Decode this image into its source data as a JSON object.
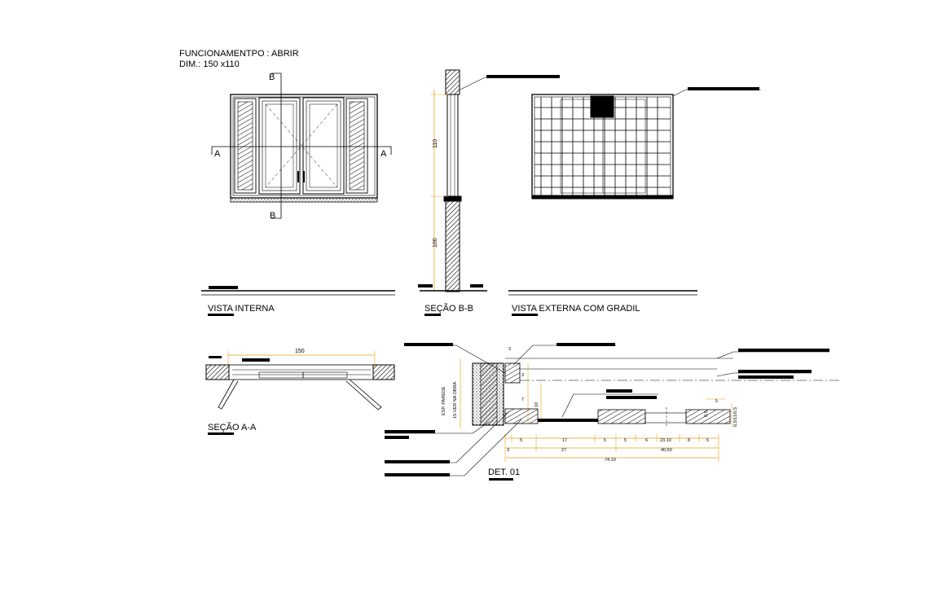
{
  "header": {
    "line1": "FUNCIONAMENTPO : ABRIR",
    "line2": "DIM.: 150 x110"
  },
  "views": {
    "vista_interna": "VISTA INTERNA",
    "secao_bb": "SEÇÃO B-B",
    "vista_externa": "VISTA EXTERNA COM GRADIL",
    "secao_aa": "SEÇÃO A-A",
    "det01": "DET. 01"
  },
  "markers": {
    "a": "A",
    "b": "B"
  },
  "dims": {
    "elev_top": "110",
    "elev_bottom": "100",
    "width": "150",
    "d3": "3",
    "d3b": "3",
    "d7": "7",
    "d10": "10",
    "d5": "5",
    "wall_label_1": "ESP. PAREDE",
    "wall_label_2": "15-VER NA OBRA",
    "row1": [
      "5",
      "17",
      "5",
      "5",
      "6",
      "23,10",
      "8",
      "5"
    ],
    "row2": [
      "3",
      "27",
      "40,50"
    ],
    "total": "74,10",
    "small_right": "0,5",
    "small_vert": "0,5/11/0,5"
  },
  "colors": {
    "ink": "#000000",
    "paper": "#ffffff",
    "dimension": "#e8a317"
  }
}
